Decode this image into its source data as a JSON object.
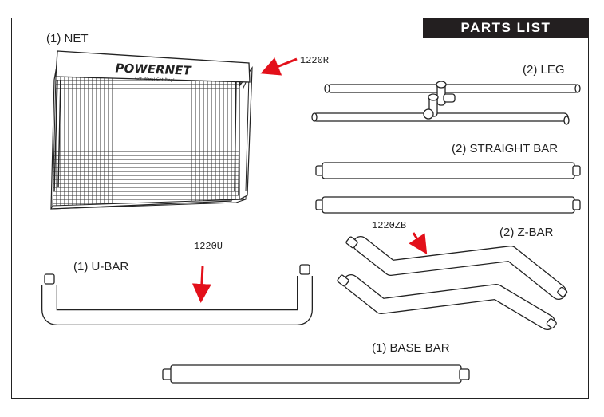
{
  "header": {
    "title": "PARTS LIST"
  },
  "parts": {
    "net": {
      "label": "(1) NET",
      "brand": "POWERNET",
      "tagline": "Get Work! Get Play!",
      "code": "1220R"
    },
    "leg": {
      "label": "(2) LEG"
    },
    "straight_bar": {
      "label": "(2) STRAIGHT BAR"
    },
    "z_bar": {
      "label": "(2) Z-BAR",
      "code": "1220ZB"
    },
    "u_bar": {
      "label": "(1) U-BAR",
      "code": "1220U"
    },
    "base_bar": {
      "label": "(1) BASE BAR"
    }
  },
  "colors": {
    "banner": "#231f20",
    "arrow": "#e3101a",
    "line": "#222222"
  }
}
